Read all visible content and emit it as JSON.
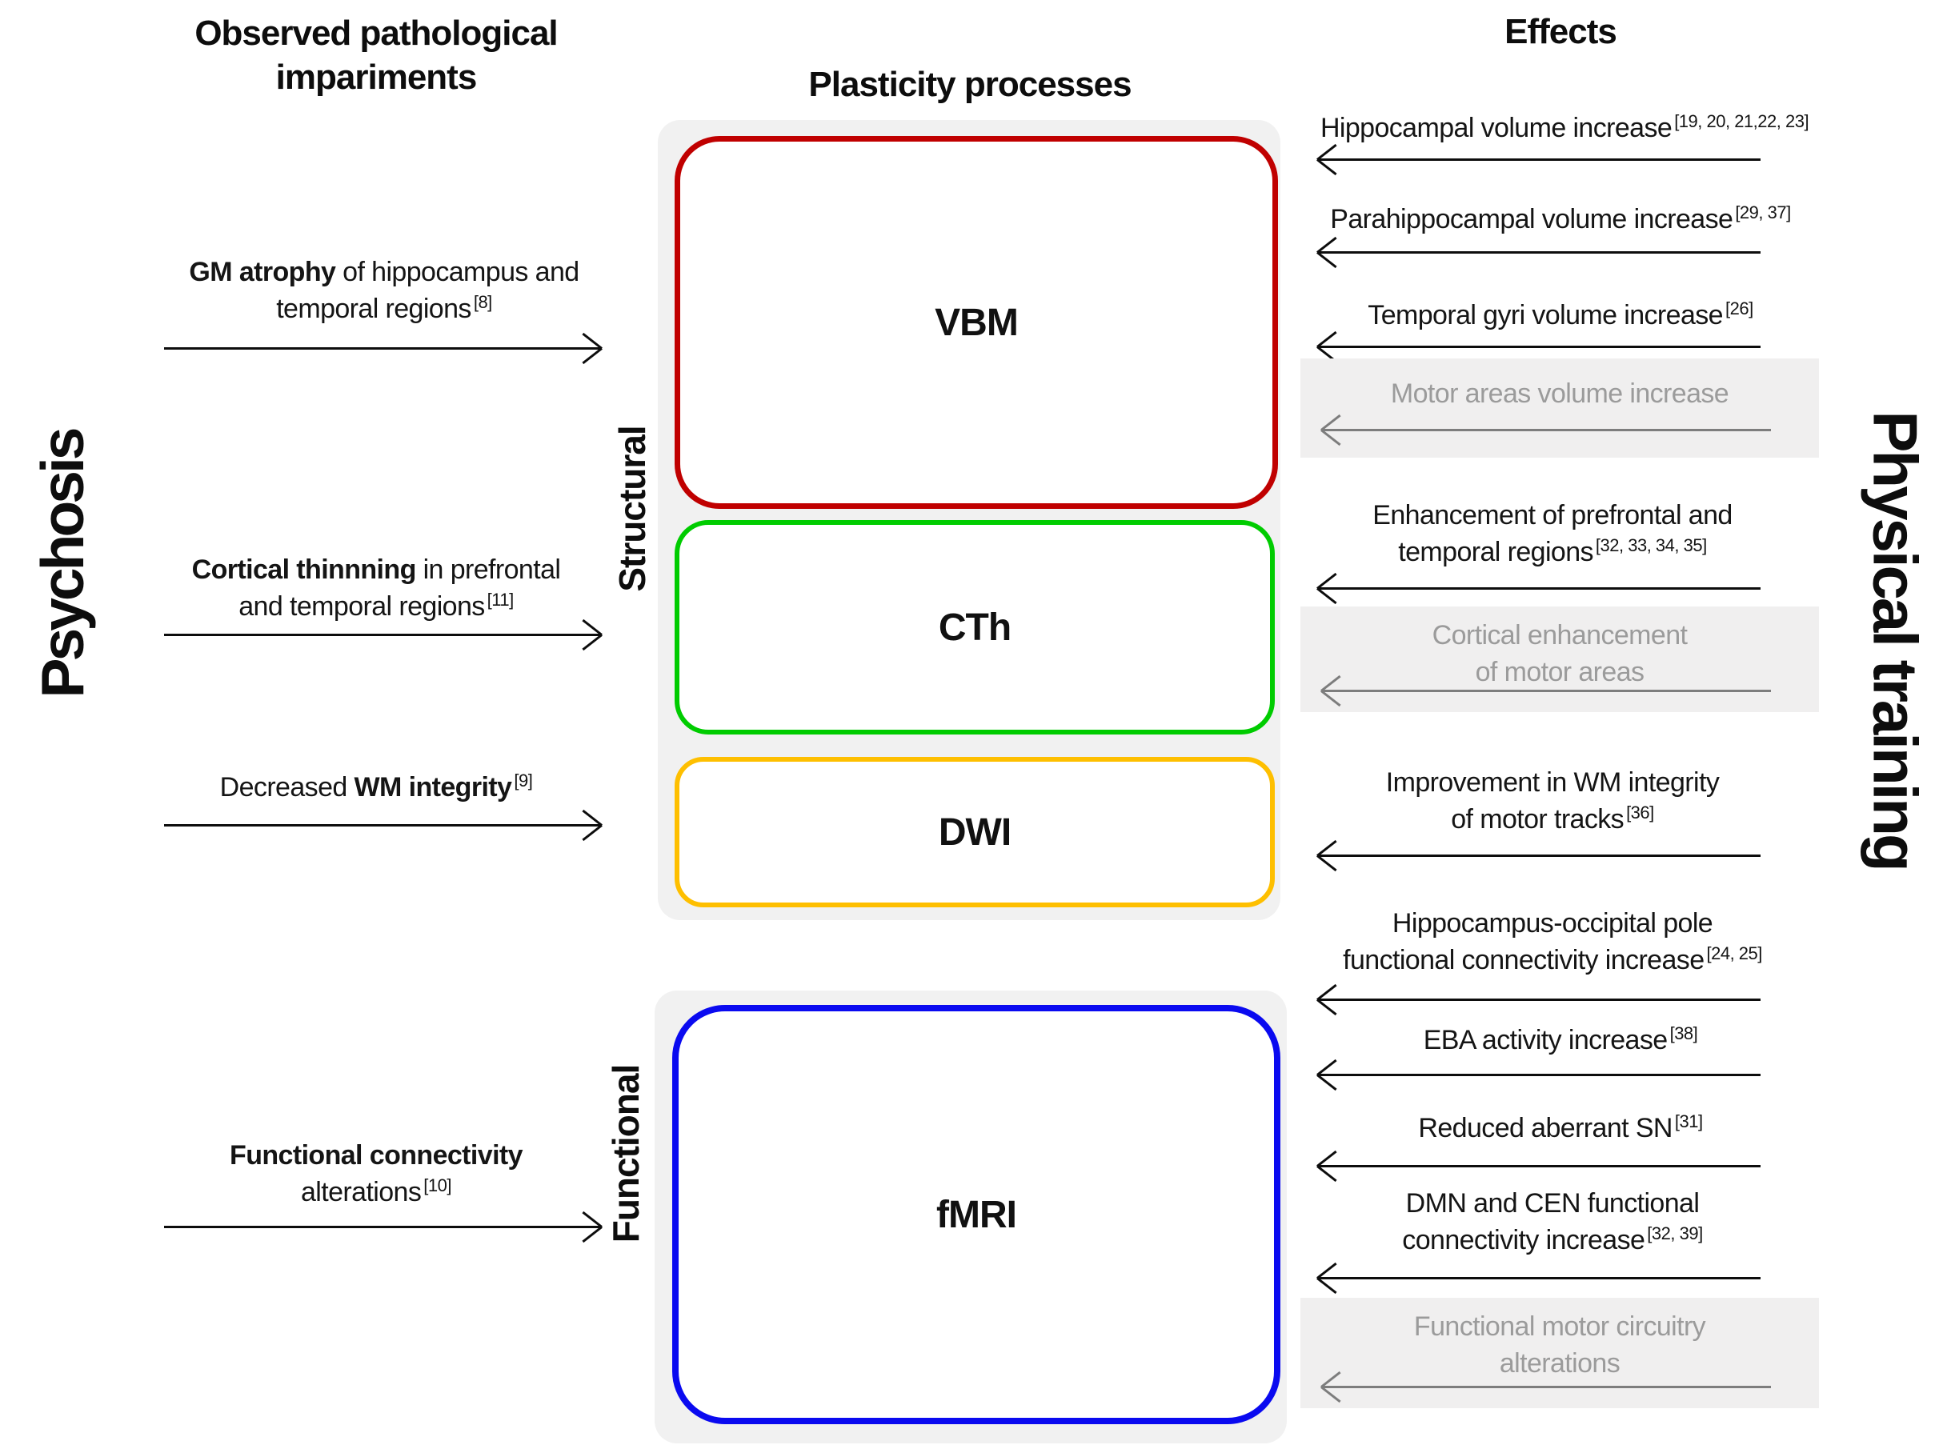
{
  "headers": {
    "impairments_column": "Observed pathological impariments",
    "processes_column": "Plasticity processes",
    "effects_column": "Effects",
    "left_vertical": "Psychosis",
    "right_vertical": "Physical training"
  },
  "group_labels": {
    "structural": "Structural",
    "functional": "Functional"
  },
  "processes": [
    {
      "label": "VBM",
      "border_color": "#c00000"
    },
    {
      "label": "CTh",
      "border_color": "#00cc00"
    },
    {
      "label": "DWI",
      "border_color": "#febf00"
    },
    {
      "label": "fMRI",
      "border_color": "#0a0af0"
    }
  ],
  "impairments": [
    {
      "pre": "",
      "bold": "GM atrophy",
      "post": " of hippocampus and temporal regions",
      "ref": "[8]"
    },
    {
      "pre": "",
      "bold": "Cortical thinnning",
      "post": " in prefrontal and temporal regions",
      "ref": "[11]"
    },
    {
      "pre": "Decreased ",
      "bold": "WM integrity",
      "post": "",
      "ref": "[9]"
    },
    {
      "pre": "",
      "bold": "Functional connectivity",
      "post": " alterations",
      "ref": "[10]"
    }
  ],
  "effects": [
    {
      "text": "Hippocampal volume increase",
      "ref": "[19, 20, 21,22, 23]",
      "style": "black"
    },
    {
      "text": "Parahippocampal volume increase",
      "ref": "[29, 37]",
      "style": "black"
    },
    {
      "text": "Temporal gyri volume increase",
      "ref": "[26]",
      "style": "black"
    },
    {
      "text": "Motor areas volume increase",
      "ref": "",
      "style": "gray"
    },
    {
      "line1": "Enhancement of prefrontal and",
      "line2": "temporal regions",
      "ref": "[32, 33, 34, 35]",
      "style": "black"
    },
    {
      "line1": "Cortical enhancement",
      "line2": "of motor areas",
      "ref": "",
      "style": "gray"
    },
    {
      "line1": "Improvement in WM integrity",
      "line2": "of motor tracks",
      "ref": "[36]",
      "style": "black"
    },
    {
      "line1": "Hippocampus-occipital pole",
      "line2": "functional connectivity increase",
      "ref": "[24, 25]",
      "style": "black"
    },
    {
      "text": "EBA activity increase",
      "ref": "[38]",
      "style": "black"
    },
    {
      "text": "Reduced aberrant SN",
      "ref": "[31]",
      "style": "black"
    },
    {
      "line1": "DMN and CEN functional",
      "line2": "connectivity increase",
      "ref": "[32, 39]",
      "style": "black"
    },
    {
      "line1": "Functional motor circuitry",
      "line2": "alterations",
      "ref": "",
      "style": "gray"
    }
  ],
  "colors": {
    "vbm_border": "#c00000",
    "cth_border": "#00cc00",
    "dwi_border": "#febf00",
    "fmri_border": "#0a0af0",
    "panel_background": "#f1f1f1",
    "muted_text": "#9b9b9b",
    "muted_arrow": "#7d7d7d",
    "text": "#0d0d0d"
  }
}
